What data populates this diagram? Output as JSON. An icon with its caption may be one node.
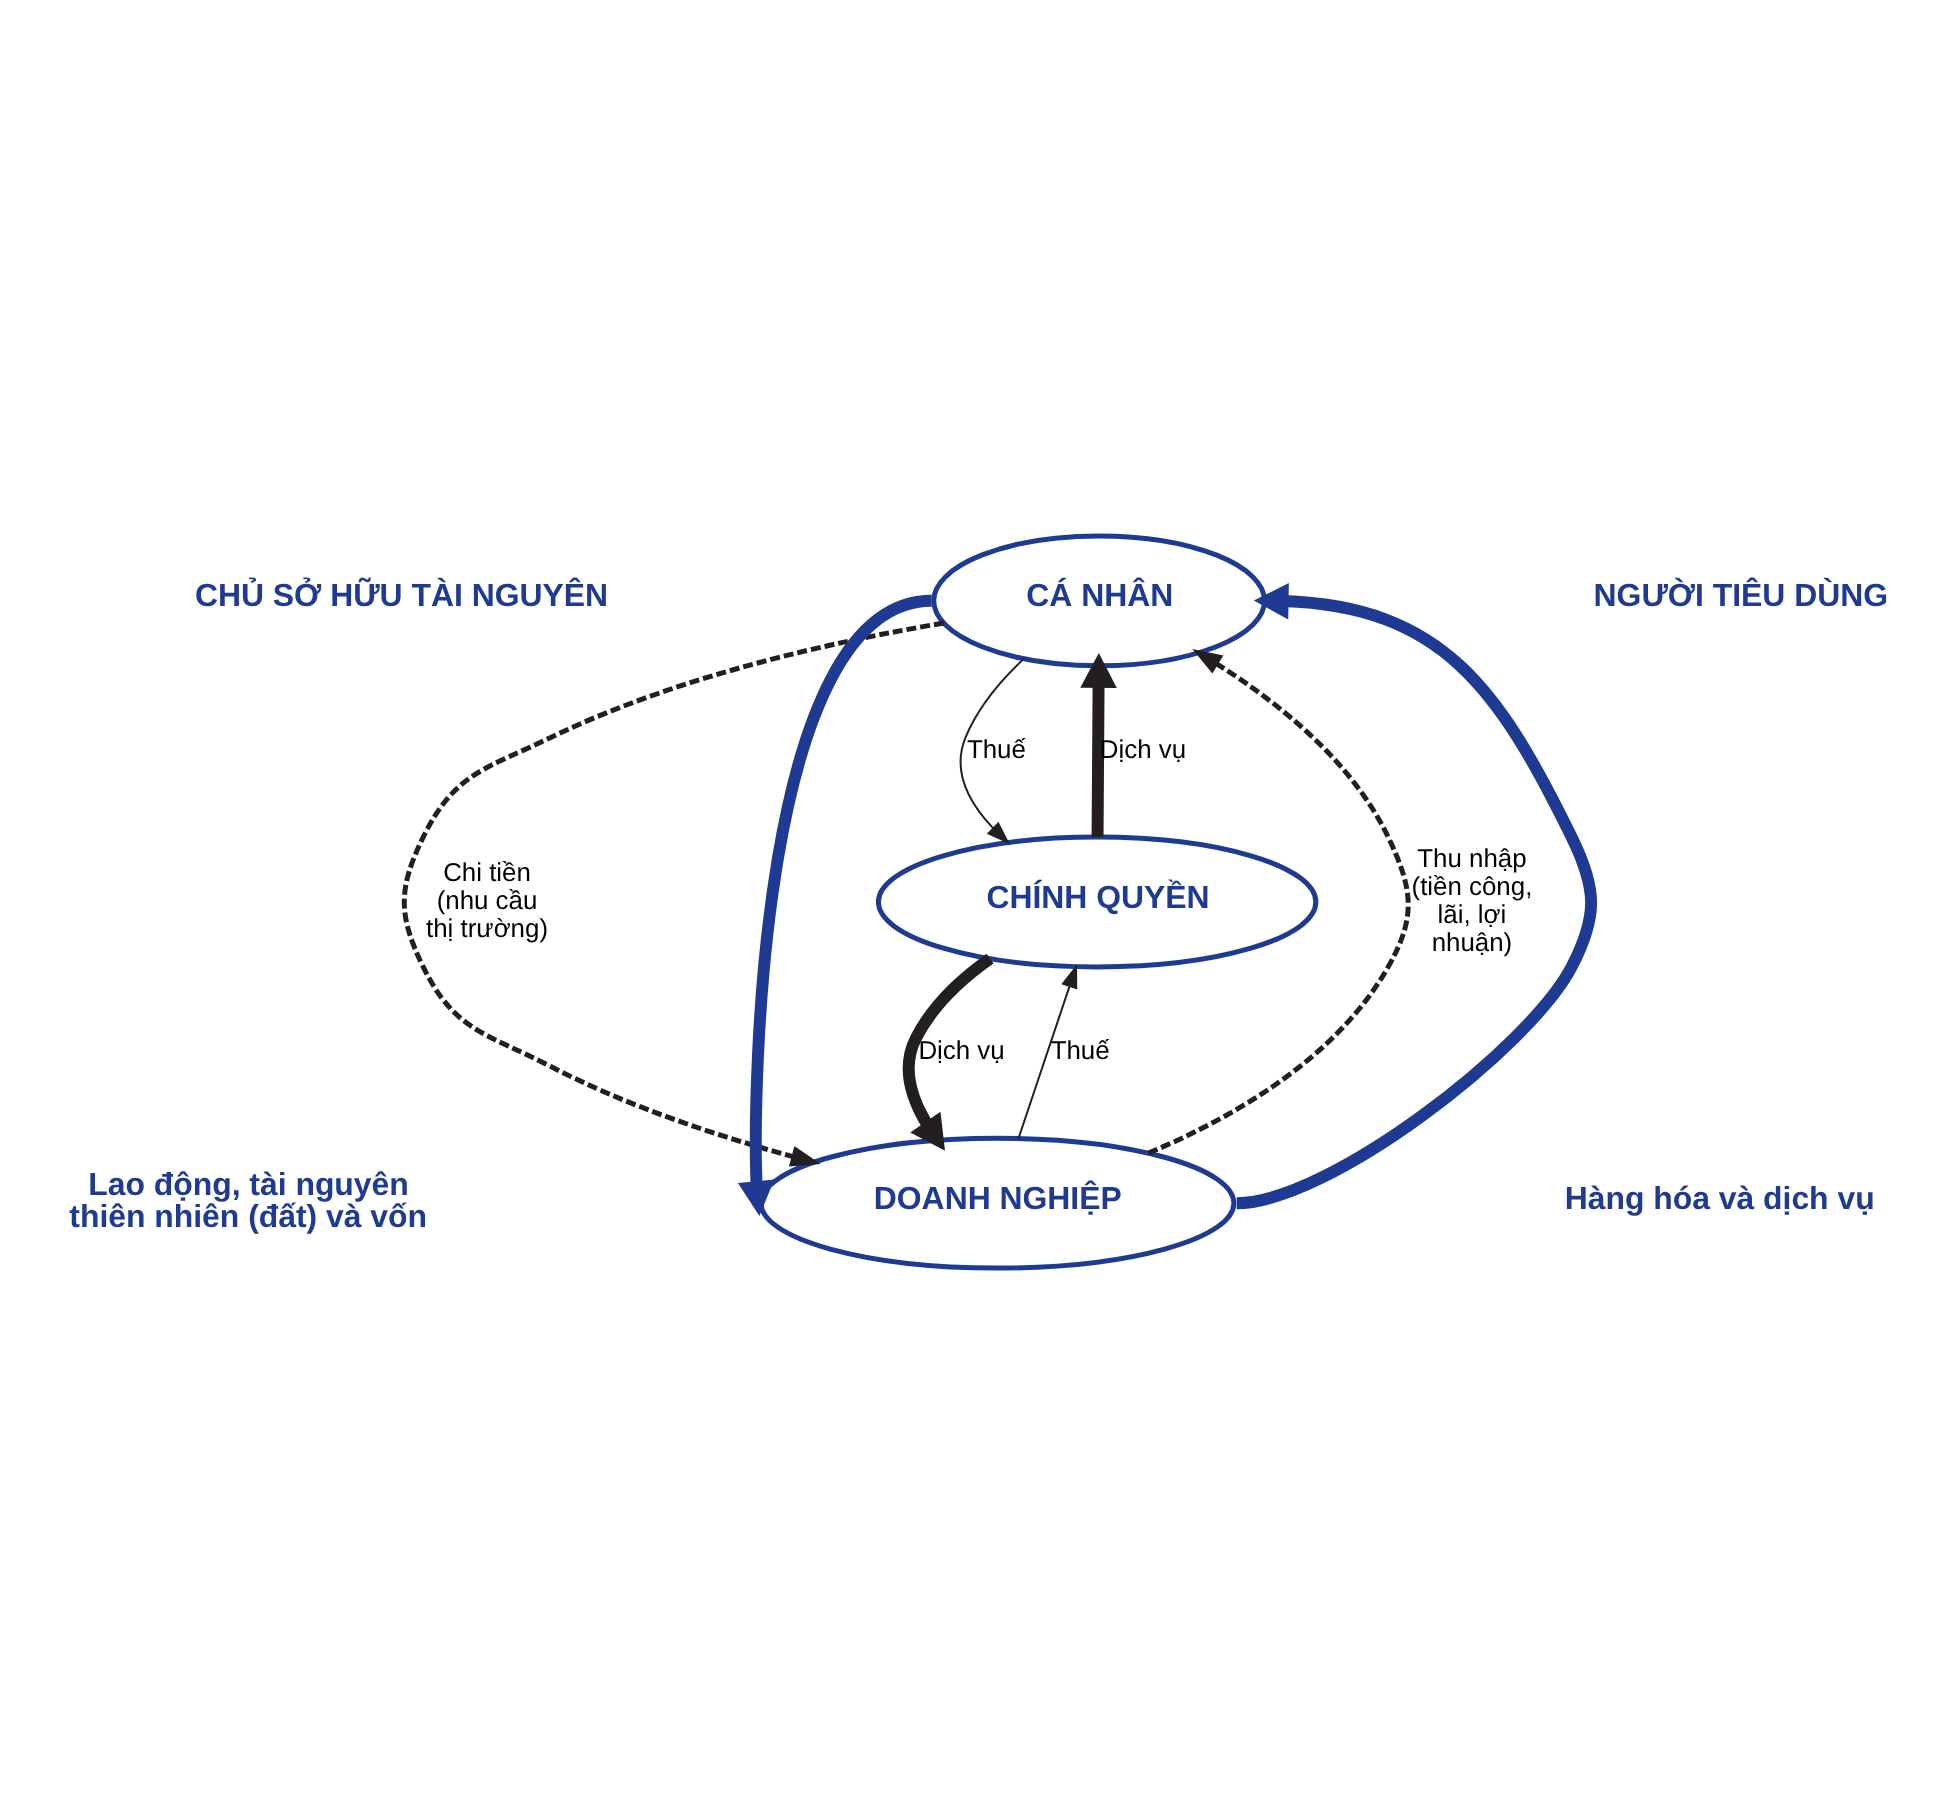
{
  "diagram": {
    "nodes": [
      {
        "text": [
          "CÁ NHÂN"
        ]
      },
      {
        "text": [
          "CHÍNH QUYỀN"
        ]
      },
      {
        "text": [
          "DOANH NGHIỆP"
        ]
      }
    ],
    "edges": [
      {
        "from": 0,
        "to": 1,
        "arrow": "to",
        "label": "Thuế"
      },
      {
        "from": 1,
        "to": 0,
        "arrow": "to",
        "label": "Dịch vụ",
        "style": "thick"
      },
      {
        "from": 2,
        "to": 1,
        "arrow": "to",
        "label": "Thuế"
      },
      {
        "from": 1,
        "to": 2,
        "arrow": "to",
        "label": "Dịch vụ",
        "style": "thick"
      },
      {
        "from": 2,
        "to": 0,
        "arrow": "to",
        "label": "Thu nhập (tiền công, lãi, lợi nhuận)",
        "style": "dashed"
      },
      {
        "from": 0,
        "to": 2,
        "arrow": "to",
        "label": "Chi tiền (nhu cầu thị trường)",
        "style": "dashed"
      },
      {
        "from": 0,
        "to": 2,
        "arrow": "to",
        "style": "thick",
        "color": "#1f3a93"
      },
      {
        "from": 2,
        "to": 0,
        "arrow": "to",
        "style": "thick",
        "color": "#1f3a93"
      }
    ],
    "labels": [
      "CHỦ SỞ HỮU TÀI NGUYÊN",
      "NGƯỜI TIÊU DÙNG",
      "Lao động, tài nguyên thiên nhiên (đất) và vốn",
      "Hàng hóa và dịch vụ"
    ]
  }
}
